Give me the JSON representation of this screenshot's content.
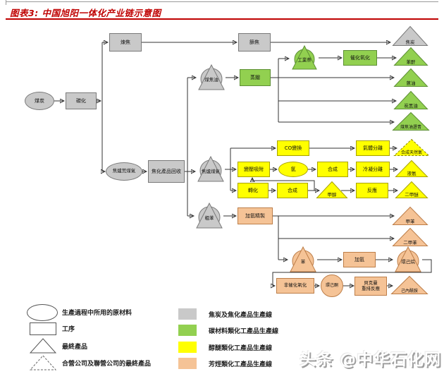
{
  "title": "图表3: 中国旭阳一体化产业链示意图",
  "watermark": "头条 @中华石化网",
  "colors": {
    "accent_red": "#bf0000",
    "gray_fill": "#c9c9c9",
    "green_fill": "#92d050",
    "yellow_fill": "#ffff00",
    "orange_fill": "#f5c396"
  },
  "nodes": {
    "coal": "煤炭",
    "carbonize": "碳化",
    "coking": "煉焦",
    "screening": "篩焦",
    "coke": "焦炭",
    "coal_tar": "煤焦油",
    "distillation": "蒸餾",
    "industrial_naphthalene": "工業萘",
    "catalytic_oxidation": "催化氧化",
    "phthalic_anhydride": "苯酐",
    "anthracene_oil": "蒽油",
    "carbon_black_oil": "炭黑油",
    "coal_tar_pitch": "煤焦油瀝青",
    "crude_gas": "焦爐荒煤氣",
    "recovery": "焦化產品回收",
    "cog": "焦爐煤氣",
    "co_shift": "CO變換",
    "gas_separation": "氣體分離",
    "sng": "合成天然氣",
    "psa": "變壓吸附",
    "hydrogen": "氫",
    "synthesis1": "合成",
    "cryo_separation": "冷凝分離",
    "liquid_ammonia": "液氨",
    "conversion": "轉化",
    "synthesis2": "合成",
    "methanol": "甲醇",
    "reaction": "反應",
    "dme": "二甲醚",
    "crude_benzene": "粗苯",
    "hydrofining": "加氫精製",
    "toluene": "甲苯",
    "xylene": "二甲苯",
    "benzene": "苯",
    "hydrogenation": "加氫",
    "cyclohexane": "環己烷",
    "noncat_oxidation": "非催化氧化",
    "cyclohexanone": "環己酮",
    "beckmann": "貝克曼\n重排反應",
    "caprolactam": "己內酰胺"
  },
  "legend": {
    "shapes": [
      {
        "shape": "ellipse",
        "label": "生產過程中所用的原材料"
      },
      {
        "shape": "rect",
        "label": "工序"
      },
      {
        "shape": "triangle",
        "label": "最終產品"
      },
      {
        "shape": "dashed-triangle",
        "label": "合營公司及聯營公司的最終產品"
      }
    ],
    "lines": [
      {
        "color": "#c9c9c9",
        "label": "焦炭及焦化產品生產線"
      },
      {
        "color": "#92d050",
        "label": "碳材料類化工產品生產線"
      },
      {
        "color": "#ffff00",
        "label": "醇醚類化工產品生產線"
      },
      {
        "color": "#f5c396",
        "label": "芳烴類化工產品生產線"
      }
    ]
  }
}
